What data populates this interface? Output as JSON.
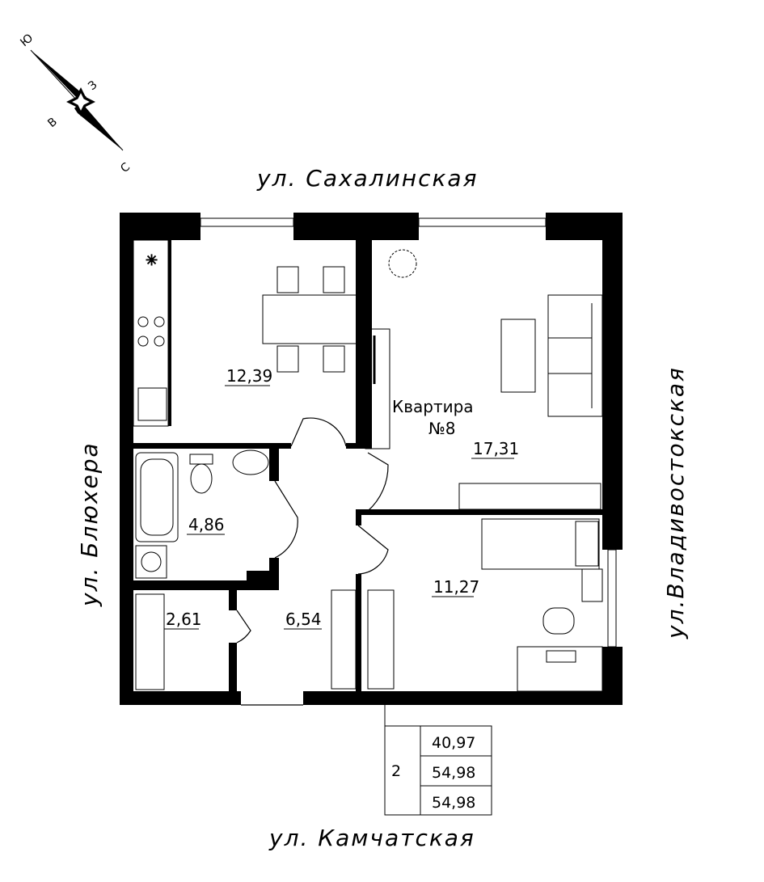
{
  "compass": {
    "north": "С",
    "south": "Ю",
    "east": "В",
    "west": "З"
  },
  "streets": {
    "top": "ул. Сахалинская",
    "bottom": "ул. Камчатская",
    "left": "ул. Блюхера",
    "right": "ул.Владивостокская"
  },
  "apartment": {
    "title": "Квартира",
    "number": "№8"
  },
  "rooms": [
    {
      "name": "kitchen",
      "area": "12,39"
    },
    {
      "name": "living-room",
      "area": "17,31"
    },
    {
      "name": "bathroom",
      "area": "4,86"
    },
    {
      "name": "storage",
      "area": "2,61"
    },
    {
      "name": "hallway",
      "area": "6,54"
    },
    {
      "name": "bedroom",
      "area": "11,27"
    }
  ],
  "summary_table": {
    "rooms_count": "2",
    "values": [
      "40,97",
      "54,98",
      "54,98"
    ]
  },
  "colors": {
    "wall": "#000000",
    "background": "#ffffff"
  }
}
